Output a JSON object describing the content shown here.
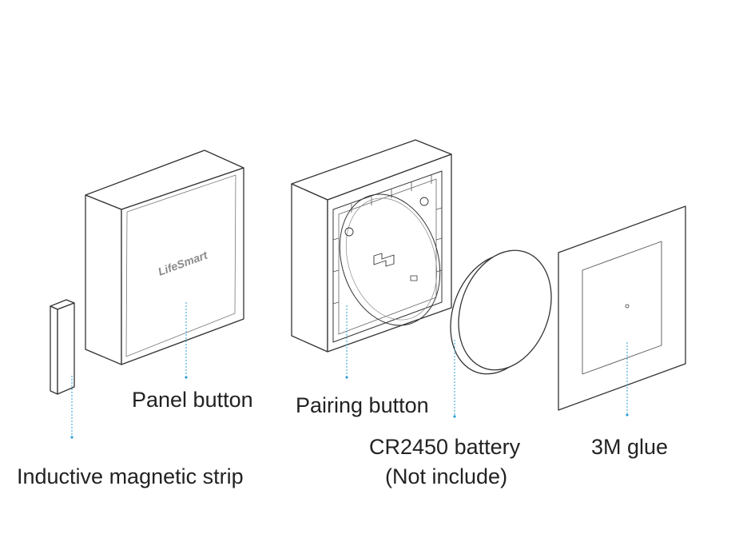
{
  "brand": "LifeSmart",
  "labels": {
    "panel_button": "Panel button",
    "pairing_button": "Pairing button",
    "battery_line1": "CR2450 battery",
    "battery_line2": "(Not include)",
    "glue": "3M glue",
    "magnetic_strip": "Inductive magnetic strip"
  },
  "colors": {
    "line": "#333333",
    "leader": "#2a9fd6",
    "text": "#222222"
  }
}
